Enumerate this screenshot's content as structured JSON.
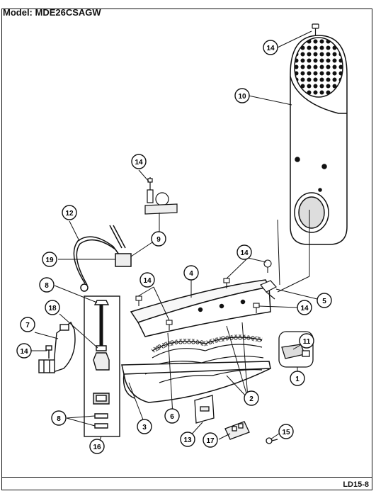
{
  "header": {
    "model_prefix": "Model:",
    "model_number": "MDE26CSAGW"
  },
  "footer": {
    "code": "LD15-8"
  },
  "callouts": [
    "14",
    "10",
    "14",
    "9",
    "12",
    "19",
    "14",
    "14",
    "4",
    "5",
    "14",
    "8",
    "18",
    "7",
    "14",
    "11",
    "1",
    "2",
    "6",
    "3",
    "13",
    "17",
    "15",
    "8",
    "16"
  ]
}
